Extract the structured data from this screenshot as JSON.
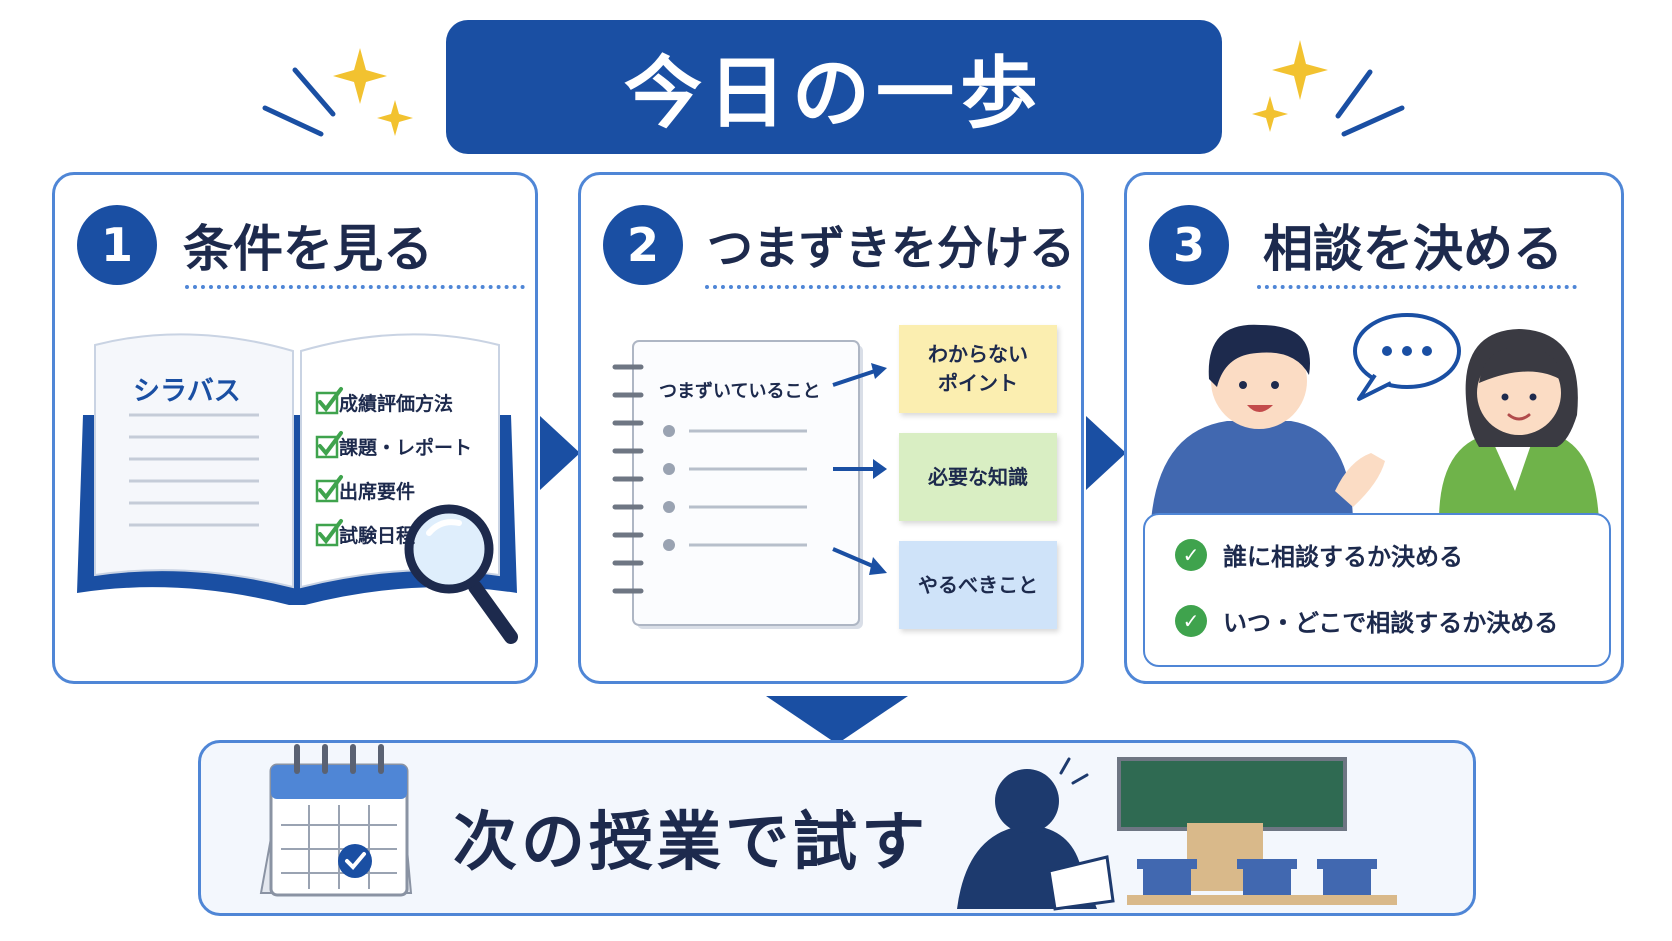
{
  "title": "今日の一歩",
  "steps": [
    {
      "number": "1",
      "title": "条件を見る"
    },
    {
      "number": "2",
      "title": "つまずきを分ける"
    },
    {
      "number": "3",
      "title": "相談を決める"
    }
  ],
  "syllabus": {
    "heading": "シラバス",
    "items": [
      "成績評価方法",
      "課題・レポート",
      "出席要件",
      "試験日程"
    ]
  },
  "notebook": {
    "heading": "つまずいていること"
  },
  "stickies": [
    {
      "text": "わからない\nポイント",
      "color": "#fbeeb0"
    },
    {
      "text": "必要な知識",
      "color": "#d9eec3"
    },
    {
      "text": "やるべきこと",
      "color": "#cfe3f9"
    }
  ],
  "consult": {
    "speech": "…",
    "items": [
      "誰に相談するか決める",
      "いつ・どこで相談するか決める"
    ]
  },
  "final_step": "次の授業で試す",
  "colors": {
    "primary": "#1a4fa3",
    "border": "#4f86d6",
    "accent": "#f2c230",
    "check": "#3fa34d"
  }
}
